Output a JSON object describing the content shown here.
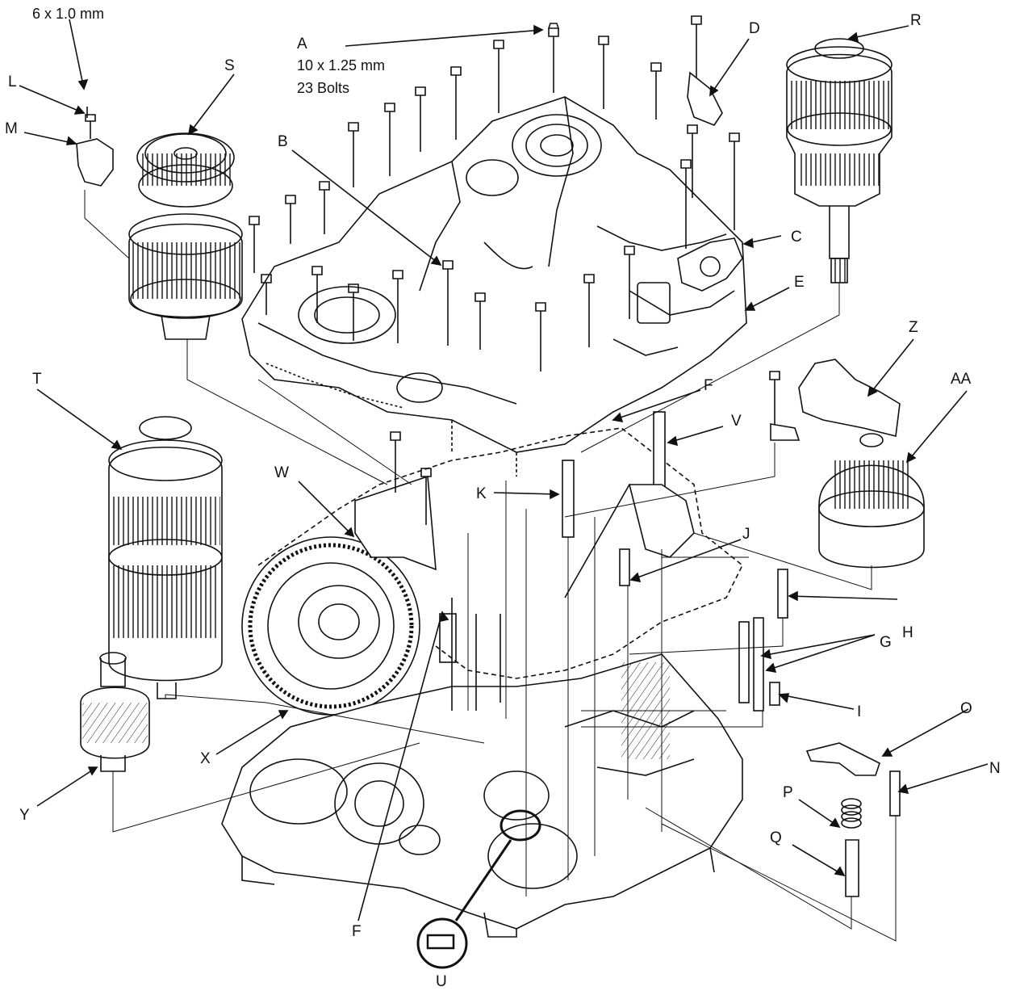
{
  "diagram": {
    "callouts": {
      "a": "A",
      "b": "B",
      "c": "C",
      "d": "D",
      "e": "E",
      "f_upper": "F",
      "f_lower": "F",
      "g": "G",
      "h": "H",
      "i": "I",
      "j": "J",
      "k": "K",
      "l": "L",
      "m": "M",
      "n": "N",
      "o": "O",
      "p": "P",
      "q": "Q",
      "r": "R",
      "s": "S",
      "t": "T",
      "u": "U",
      "v": "V",
      "w": "W",
      "x": "X",
      "y": "Y",
      "z": "Z",
      "aa": "AA"
    },
    "specs": {
      "l_size": "6 x 1.0 mm",
      "a_size": "10 x 1.25 mm",
      "a_count": "23 Bolts"
    }
  },
  "colors": {
    "line": "#111111",
    "background": "#ffffff"
  }
}
